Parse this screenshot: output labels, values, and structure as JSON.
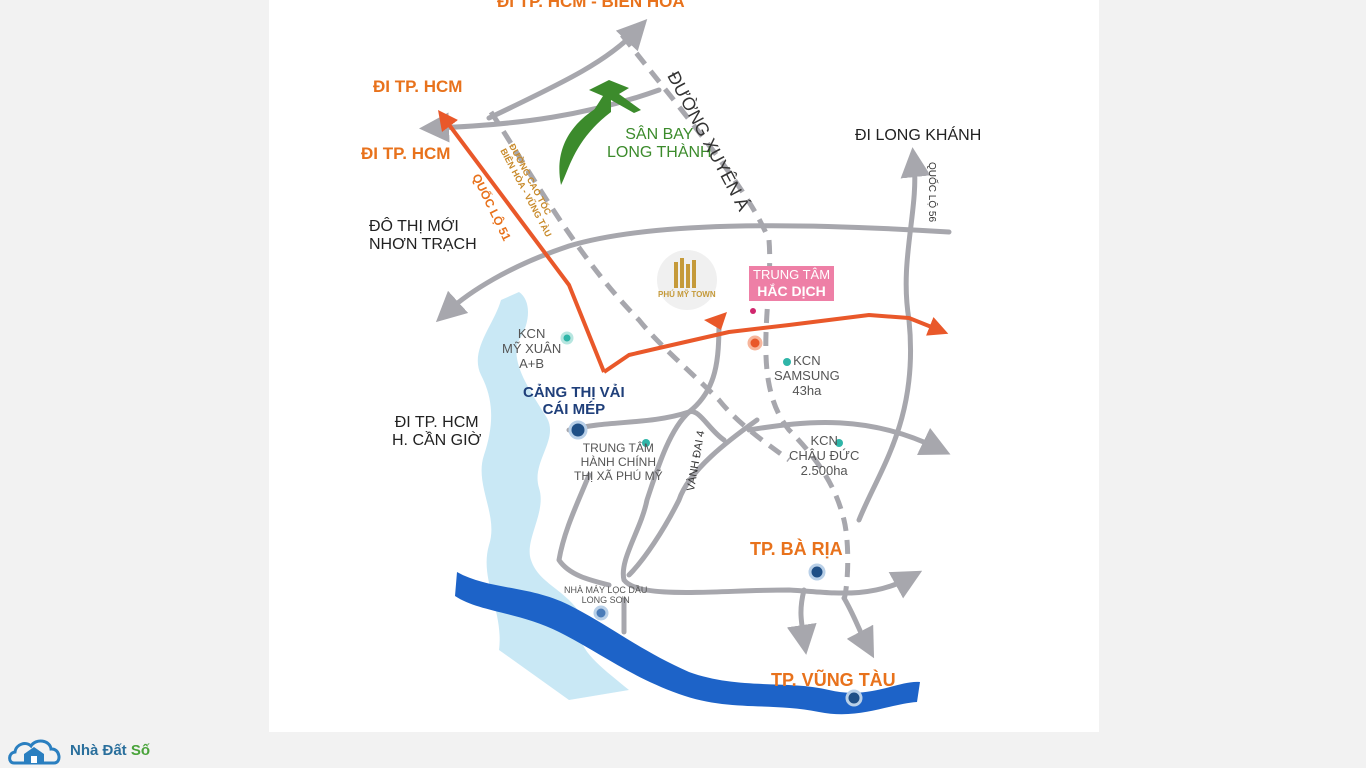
{
  "map": {
    "labels": {
      "bien_hoa": "ĐI TP. HCM - BIÊN HÒA",
      "hcm_1": "ĐI TP. HCM",
      "hcm_2": "ĐI TP. HCM",
      "xuyen_a": "ĐƯỜNG XUYÊN Á",
      "long_khanh": "ĐI LONG KHÁNH",
      "ql56": "QUỐC LỘ 56",
      "airport_1": "SÂN BAY",
      "airport_2": "LONG THÀNH",
      "expressway_1": "ĐƯỜNG CAO TỐC",
      "expressway_2": "BIÊN HÒA - VŨNG TÀU",
      "ql51": "QUỐC LỘ 51",
      "nhon_trach_1": "ĐÔ THỊ MỚI",
      "nhon_trach_2": "NHƠN TRẠCH",
      "project": "PHÚ MỸ TOWN",
      "hac_dich_1": "TRUNG TÂM",
      "hac_dich_2": "HẮC DỊCH",
      "my_xuan_1": "KCN",
      "my_xuan_2": "MỸ XUÂN",
      "my_xuan_3": "A+B",
      "samsung_1": "KCN",
      "samsung_2": "SAMSUNG",
      "samsung_3": "43ha",
      "cang_1": "CẢNG THỊ VẢI",
      "cang_2": "CÁI MÉP",
      "can_gio_1": "ĐI TP. HCM",
      "can_gio_2": "H. CẦN GIỜ",
      "admin_1": "TRUNG TÂM",
      "admin_2": "HÀNH CHÍNH",
      "admin_3": "THỊ XÃ PHÚ MỸ",
      "vanh_dai": "VÀNH ĐAI 4",
      "chau_duc_1": "KCN",
      "chau_duc_2": "CHÂU ĐỨC",
      "chau_duc_3": "2.500ha",
      "ba_ria": "TP. BÀ RỊA",
      "refinery_1": "NHÀ MÁY LỌC DẦU",
      "refinery_2": "LONG SƠN",
      "vung_tau": "TP. VŨNG TÀU"
    },
    "colors": {
      "road": "#a7a7ad",
      "highway": "#e9582a",
      "river": "#c9e8f5",
      "sea": "#1d63c8",
      "marker": "#1f4f86",
      "kcn_dot": "#2fb5a8",
      "pink": "#ee7fa6"
    }
  },
  "logo": {
    "icon": "house-cloud-icon",
    "brand_main": "Nhà Đất ",
    "brand_accent": "Số"
  }
}
